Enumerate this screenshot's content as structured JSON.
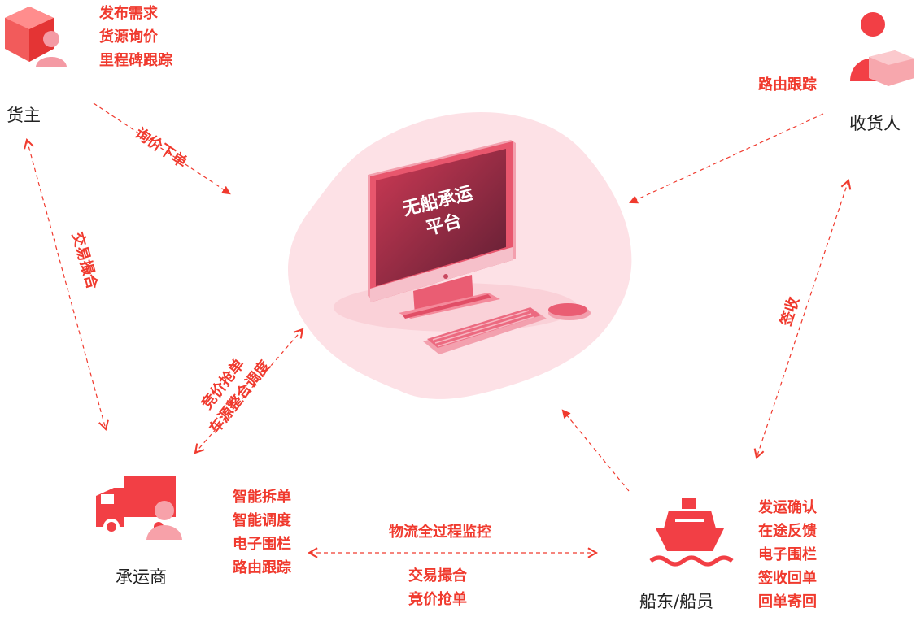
{
  "platform": {
    "line1": "无船承运",
    "line2": "平台"
  },
  "nodes": {
    "shipper": {
      "label": "货主",
      "tasks": [
        "发布需求",
        "货源询价",
        "里程碑跟踪"
      ]
    },
    "receiver": {
      "label": "收货人",
      "tasks": [
        "路由跟踪"
      ]
    },
    "carrier": {
      "label": "承运商",
      "tasks": [
        "智能拆单",
        "智能调度",
        "电子围栏",
        "路由跟踪"
      ]
    },
    "shipowner": {
      "label": "船东/船员",
      "tasks": [
        "发运确认",
        "在途反馈",
        "电子围栏",
        "签收回单",
        "回单寄回"
      ]
    }
  },
  "edges": {
    "shipper_to_platform": "询价下单",
    "shipper_carrier": "交易撮合",
    "carrier_platform": [
      "竞价抢单",
      "车源整合调度"
    ],
    "receiver_shipowner": "签收",
    "carrier_shipowner_top": "物流全过程监控",
    "carrier_shipowner_bottom": [
      "交易撮合",
      "竞价抢单"
    ]
  },
  "colors": {
    "accent": "#f03a2e",
    "blob": "#fde1e6",
    "monitor": "#f0677a"
  }
}
